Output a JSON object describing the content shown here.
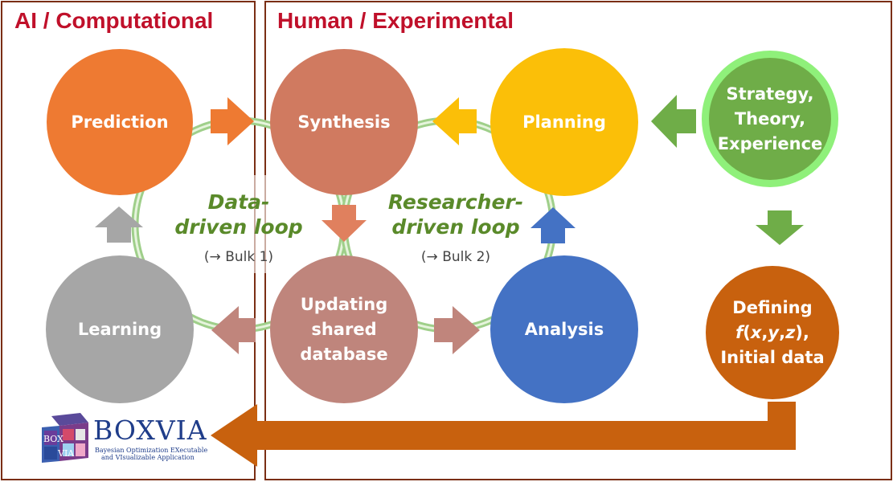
{
  "panels": {
    "ai_title": "AI / Computational",
    "human_title": "Human / Experimental"
  },
  "nodes": {
    "prediction": {
      "lines": [
        "Prediction"
      ]
    },
    "synthesis": {
      "lines": [
        "Synthesis"
      ]
    },
    "planning": {
      "lines": [
        "Planning"
      ]
    },
    "strategy": {
      "lines": [
        "Strategy,",
        "Theory,",
        "Experience"
      ]
    },
    "learning": {
      "lines": [
        "Learning"
      ]
    },
    "updating": {
      "lines": [
        "Updating",
        "shared",
        "database"
      ]
    },
    "analysis": {
      "lines": [
        "Analysis"
      ]
    },
    "defining": {
      "line1": "Defining",
      "func_f": "f",
      "func_open": "(",
      "func_x": "x",
      "func_c1": ",",
      "func_y": "y",
      "func_c2": ",",
      "func_z": "z",
      "func_close": "),",
      "line3": "Initial data"
    }
  },
  "loops": {
    "data_driven": {
      "line1": "Data-",
      "line2": "driven loop",
      "sub": "(→ Bulk 1)"
    },
    "researcher_driven": {
      "line1": "Researcher-",
      "line2": "driven loop",
      "sub": "(→ Bulk 2)"
    }
  },
  "logo": {
    "brand": "BOXVIA",
    "tagline1": "Bayesian Optimization EXecutable",
    "tagline2": "and VIsualizable Application",
    "cube_text1": "BOX",
    "cube_text2": "VIA"
  },
  "colors": {
    "frame": "#7a2e14",
    "title_red": "#c0102a",
    "prediction": "#ee7a32",
    "synthesis": "#d07a60",
    "planning": "#fbbf08",
    "strategy": "#6fad48",
    "strategy_ring": "#8ff07a",
    "learning": "#a6a6a6",
    "updating": "#bf857c",
    "analysis": "#4472c4",
    "defining": "#c8610e",
    "loop_green": "#5a8a2a"
  }
}
